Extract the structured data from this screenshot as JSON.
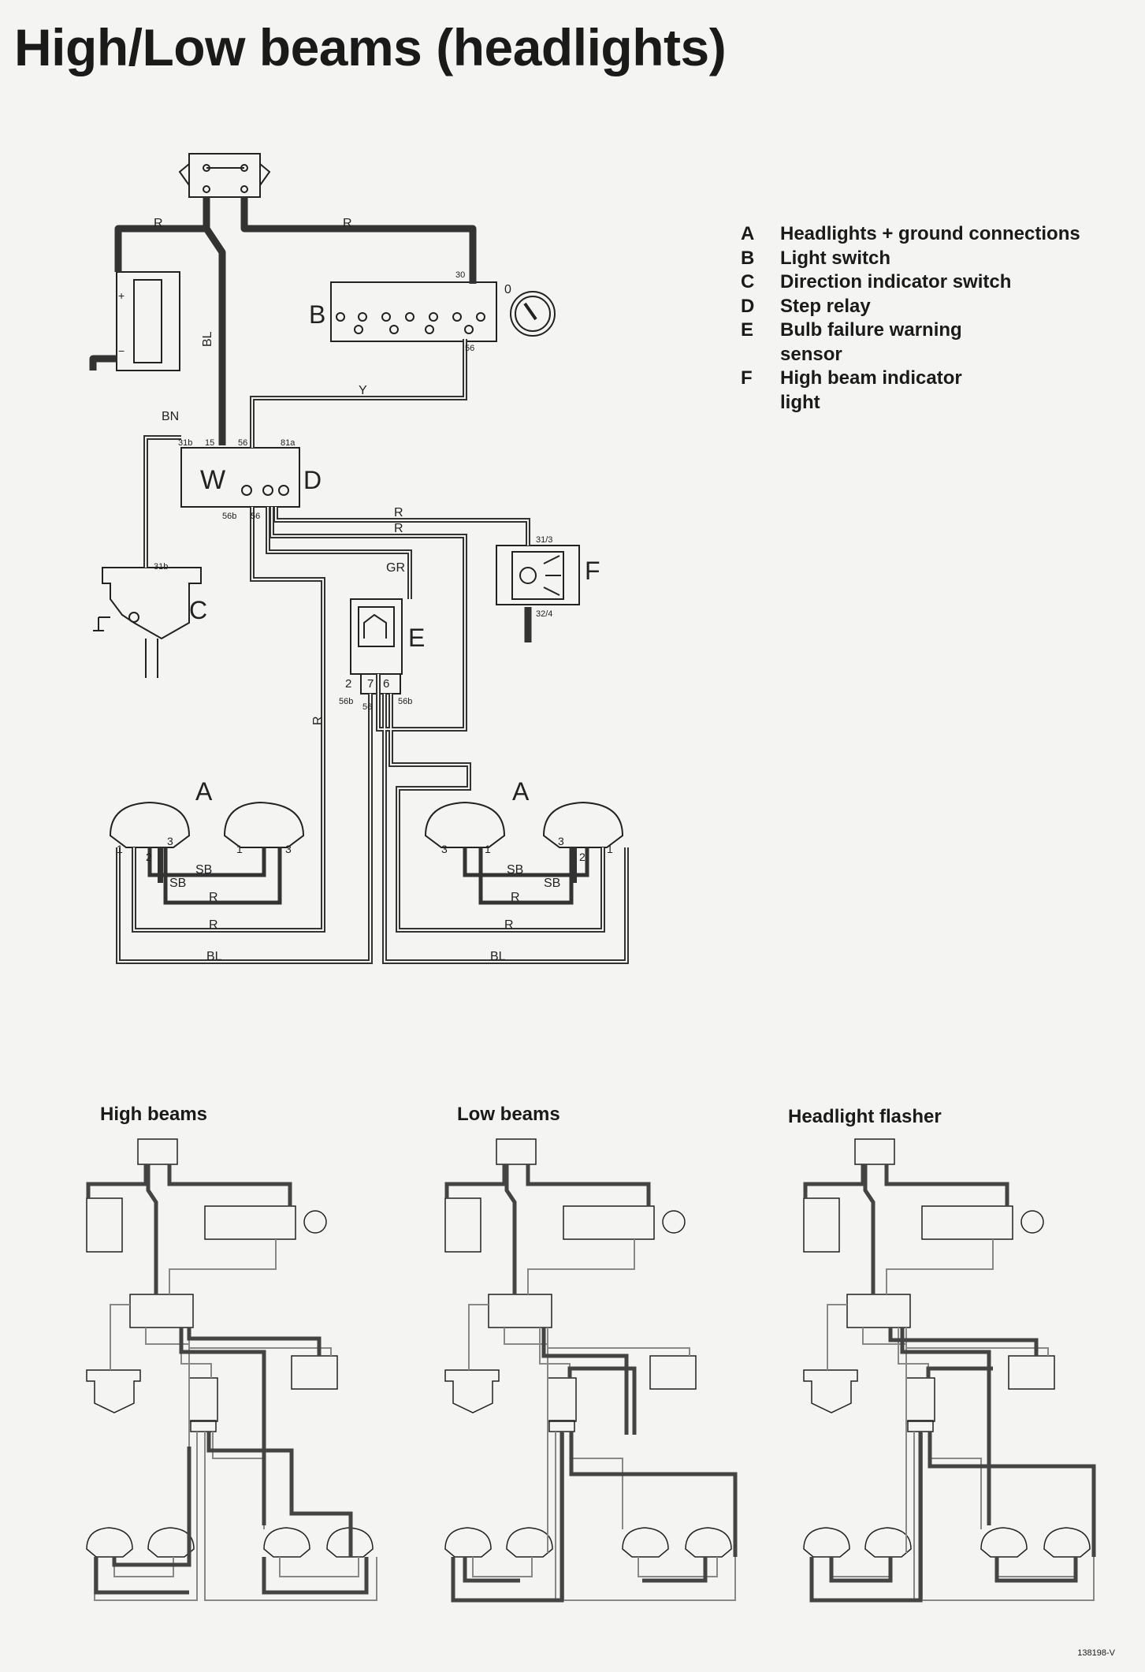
{
  "title": "High/Low beams (headlights)",
  "legend": [
    {
      "key": "A",
      "text": "Headlights + ground connections"
    },
    {
      "key": "B",
      "text": "Light switch"
    },
    {
      "key": "C",
      "text": "Direction indicator switch"
    },
    {
      "key": "D",
      "text": "Step relay"
    },
    {
      "key": "E",
      "text": "Bulb failure warning sensor"
    },
    {
      "key": "F",
      "text": "High beam indicator light"
    }
  ],
  "component_labels": {
    "A": "A",
    "B": "B",
    "C": "C",
    "D": "D",
    "E": "E",
    "F": "F"
  },
  "wire_labels": {
    "R": "R",
    "BL": "BL",
    "Y": "Y",
    "BN": "BN",
    "GR": "GR",
    "SB": "SB"
  },
  "terminal_labels": {
    "t30": "30",
    "t56": "56",
    "t31b": "31b",
    "t15": "15",
    "t56a": "56",
    "t81a": "81a",
    "t56b": "56b",
    "t56c": "56",
    "t31_3": "31/3",
    "t32_4": "32/4",
    "e2": "2",
    "e7": "7",
    "e6": "6",
    "e56b": "56b",
    "e56a": "56",
    "e56bb": "56b",
    "h1": "1",
    "h2": "2",
    "h3": "3",
    "zero": "0",
    "relayW": "W"
  },
  "mode_titles": {
    "high": "High beams",
    "low": "Low beams",
    "flasher": "Headlight flasher"
  },
  "ref_code": "138198-V"
}
